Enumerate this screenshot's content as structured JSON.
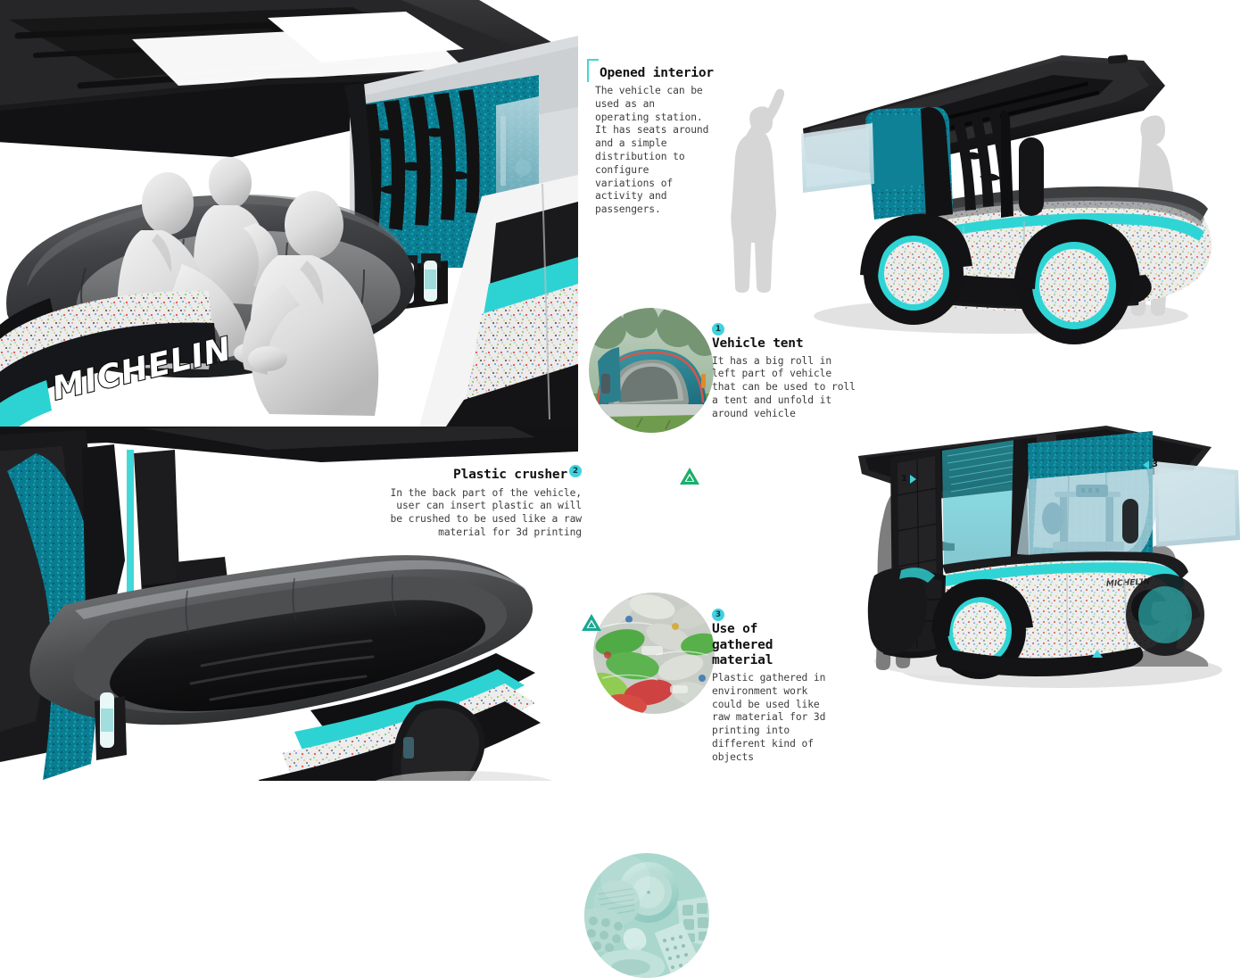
{
  "meta": {
    "brand_text": "MICHELIN",
    "accent_cyan": "#3fd2e0",
    "accent_teal": "#0b7f93",
    "recycle_green": "#18b06a",
    "recycle_teal": "#1aa892",
    "dark": "#2b2b2b"
  },
  "callouts": {
    "opened_interior": {
      "heading": "Opened interior",
      "body": "The vehicle can be used as an operating station. It has seats around and a simple distribution to configure variations of activity and passengers."
    },
    "vehicle_tent": {
      "badge": "1",
      "heading": "Vehicle tent",
      "body": "It has a big roll in left part of vehicle that can be used to roll a tent and unfold it around vehicle"
    },
    "plastic_crusher": {
      "badge": "2",
      "heading": "Plastic crusher",
      "body": "In the back part of the vehicle, user can insert plastic an will be crushed to be used like a raw material for 3d printing"
    },
    "gathered_material": {
      "badge": "3",
      "heading": "Use of gathered material",
      "body": "Plastic gathered in environment work could be used like raw material for 3d printing into different kind of objects"
    }
  },
  "photos": {
    "tent": {
      "name": "tent-photo",
      "alt": "teal dome camping tent pitched on grass"
    },
    "bottles": {
      "name": "plastic-bottles-photo",
      "alt": "pile of crushed clear green and red plastic bottles"
    },
    "objects": {
      "name": "recycled-objects-photo",
      "alt": "mint green plastic plates grater ice tray and ladle"
    }
  },
  "markers": {
    "m1": "1",
    "m2": "2",
    "m3": "3"
  },
  "icons": {
    "recycle": "recycle-triangle-icon",
    "bracket": "corner-bracket-icon"
  }
}
